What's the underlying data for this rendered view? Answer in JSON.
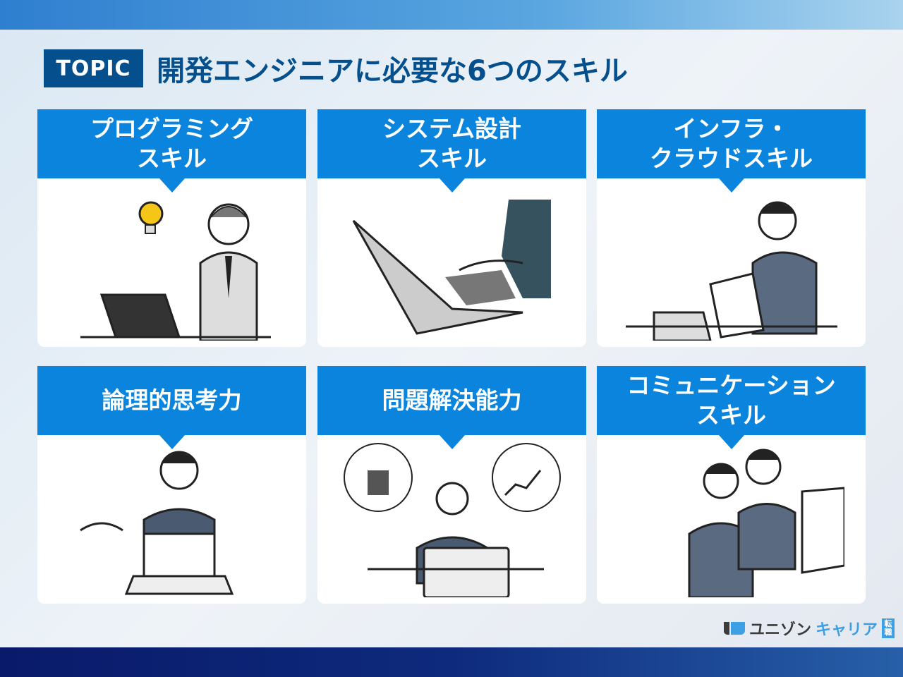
{
  "header": {
    "badge": "TOPIC",
    "title": "開発エンジニアに必要な6つのスキル"
  },
  "cards": [
    {
      "line1": "プログラミング",
      "line2": "スキル",
      "illustration": "person-with-laptop-lightbulb"
    },
    {
      "line1": "システム設計",
      "line2": "スキル",
      "illustration": "hands-typing-laptop"
    },
    {
      "line1": "インフラ・",
      "line2": "クラウドスキル",
      "illustration": "person-reading-documents"
    },
    {
      "line1": "論理的思考力",
      "line2": "",
      "illustration": "person-presenting-laptop"
    },
    {
      "line1": "問題解決能力",
      "line2": "",
      "illustration": "person-thinking-charts"
    },
    {
      "line1": "コミュニケーション",
      "line2": "スキル",
      "illustration": "two-people-at-monitor"
    }
  ],
  "logo": {
    "part1": "ユニゾン",
    "part2": "キャリア",
    "badge": "転職"
  },
  "colors": {
    "accent": "#0a84dc",
    "navy": "#044f8c"
  }
}
